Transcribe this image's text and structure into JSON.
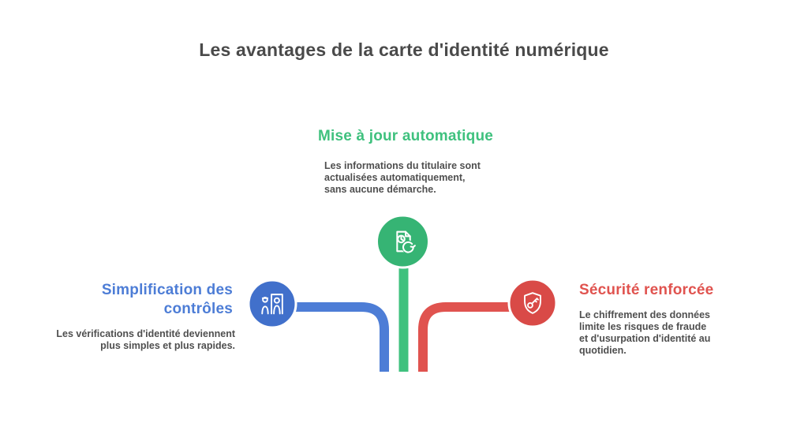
{
  "title": "Les avantages de la carte d'identité numérique",
  "colors": {
    "background": "#ffffff",
    "title_text": "#4a4a4a",
    "body_text": "#4f4f4f",
    "casing": "#ffffff"
  },
  "branches": [
    {
      "id": "mise-a-jour",
      "heading": "Mise à jour automatique",
      "body": "Les informations du titulaire sont actualisées automatiquement, sans aucune démarche.",
      "color": "#3fc17e",
      "circle_color": "#36b474",
      "icon": "document-refresh-icon"
    },
    {
      "id": "controles",
      "heading": "Simplification des contrôles",
      "body": "Les vérifications d'identité deviennent plus simples et plus rapides.",
      "color": "#4d7dd6",
      "circle_color": "#4170cb",
      "icon": "security-checkpoint-icon"
    },
    {
      "id": "securite",
      "heading": "Sécurité renforcée",
      "body": "Le chiffrement des données limite les risques de fraude et d'usurpation d'identité au quotidien.",
      "color": "#e0534f",
      "circle_color": "#d94a47",
      "icon": "shield-key-icon"
    }
  ]
}
